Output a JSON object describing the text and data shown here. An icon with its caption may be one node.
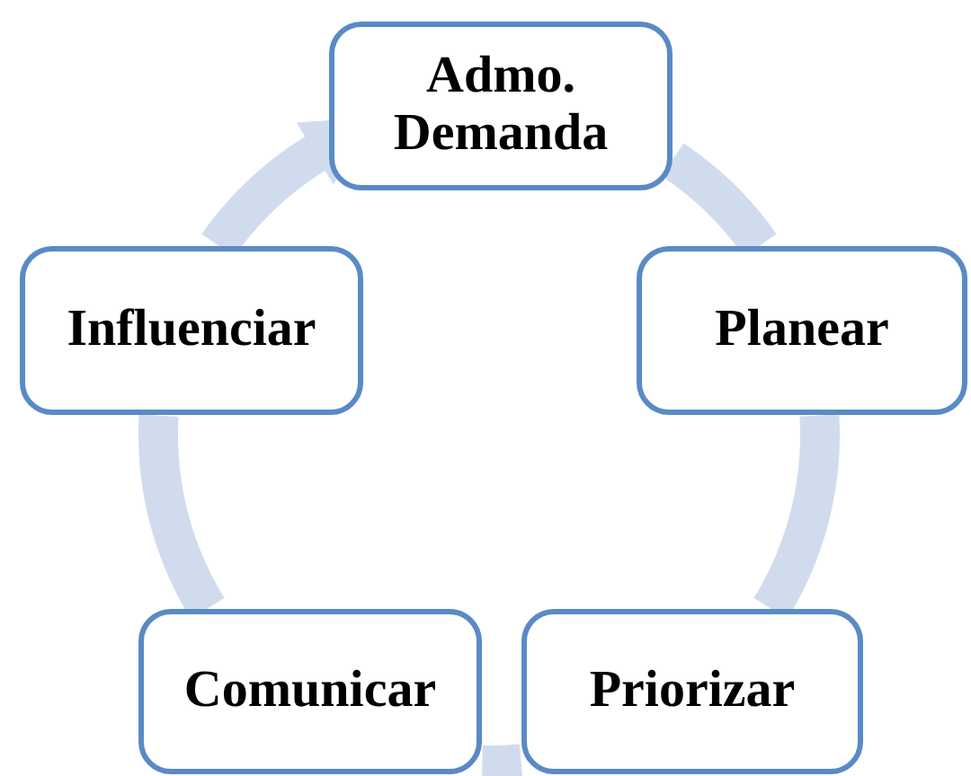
{
  "diagram": {
    "nodes": [
      {
        "text": [
          "Admo. Demanda"
        ]
      },
      {
        "text": [
          "Planear"
        ]
      },
      {
        "text": [
          "Priorizar"
        ]
      },
      {
        "text": [
          "Comunicar"
        ]
      },
      {
        "text": [
          "Influenciar"
        ]
      }
    ],
    "edges": [
      {
        "from": 0,
        "to": 1,
        "arrow": "none"
      },
      {
        "from": 1,
        "to": 2,
        "arrow": "none"
      },
      {
        "from": 2,
        "to": 3,
        "arrow": "none"
      },
      {
        "from": 3,
        "to": 4,
        "arrow": "none"
      },
      {
        "from": 4,
        "to": 0,
        "arrow": "to"
      }
    ]
  }
}
